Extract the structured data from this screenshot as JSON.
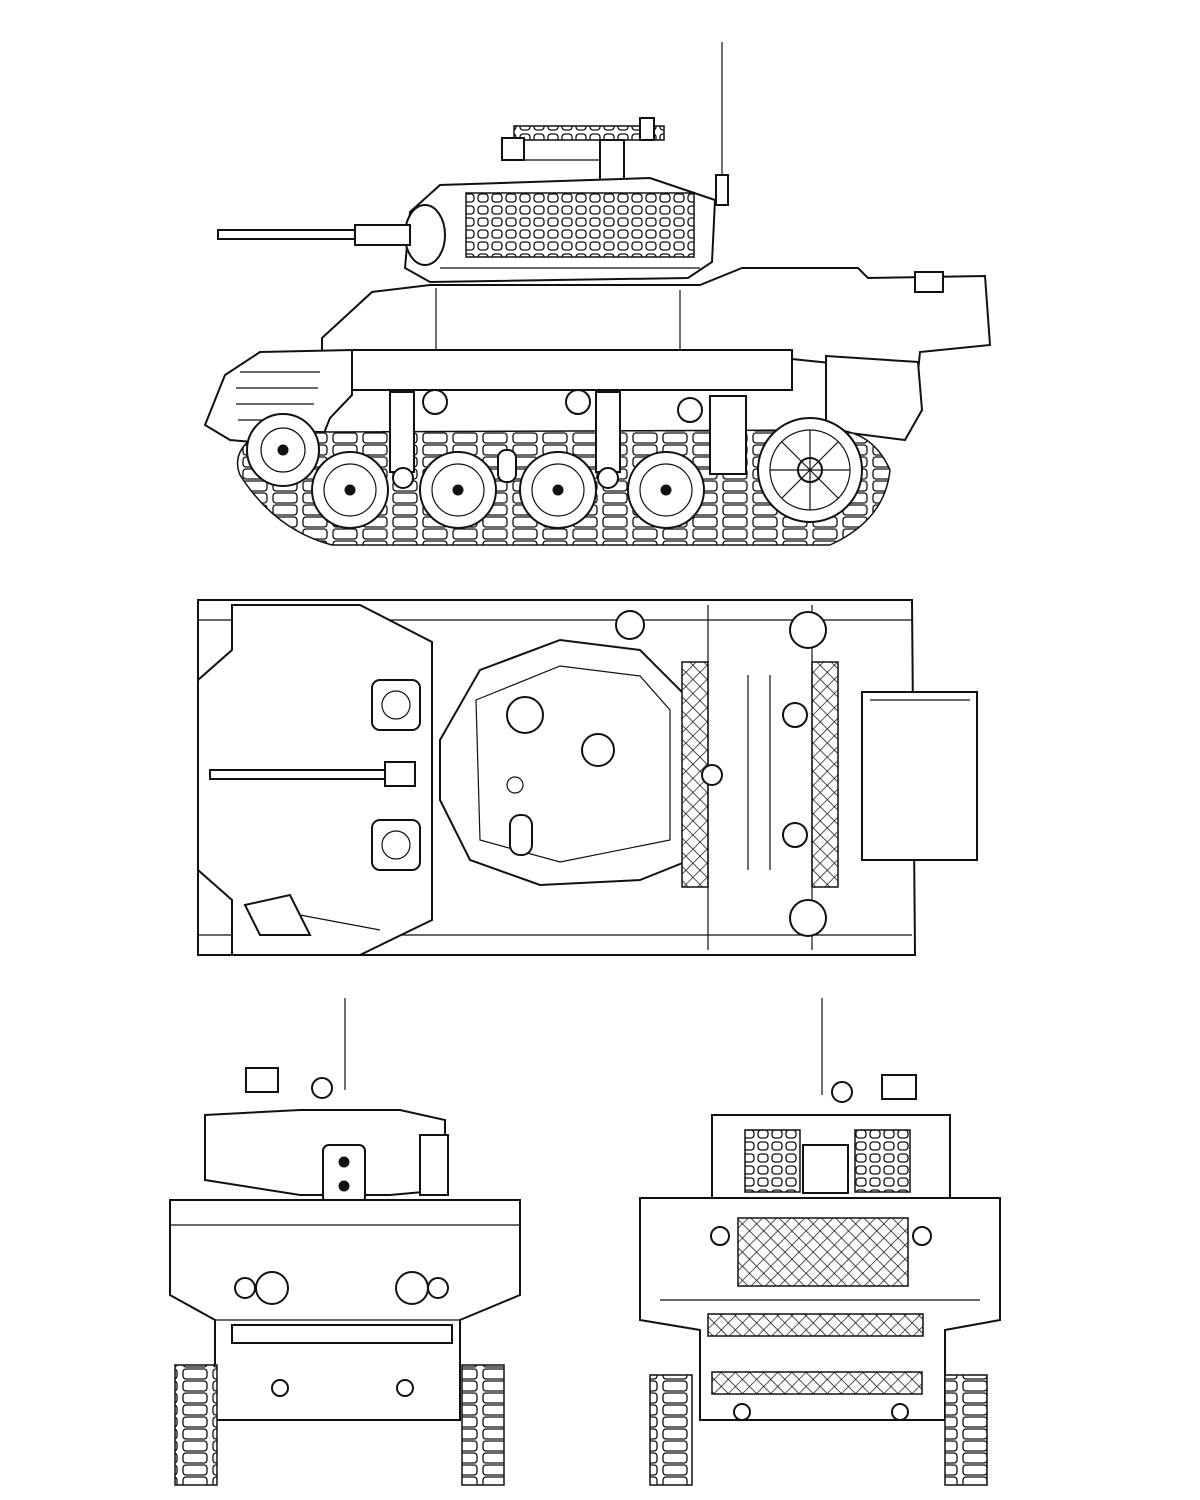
{
  "drawing": {
    "views": [
      {
        "view": "side"
      },
      {
        "view": "top"
      },
      {
        "view": "front"
      },
      {
        "view": "rear"
      }
    ],
    "colors": {
      "line": "#111111",
      "paper": "#ffffff"
    }
  }
}
